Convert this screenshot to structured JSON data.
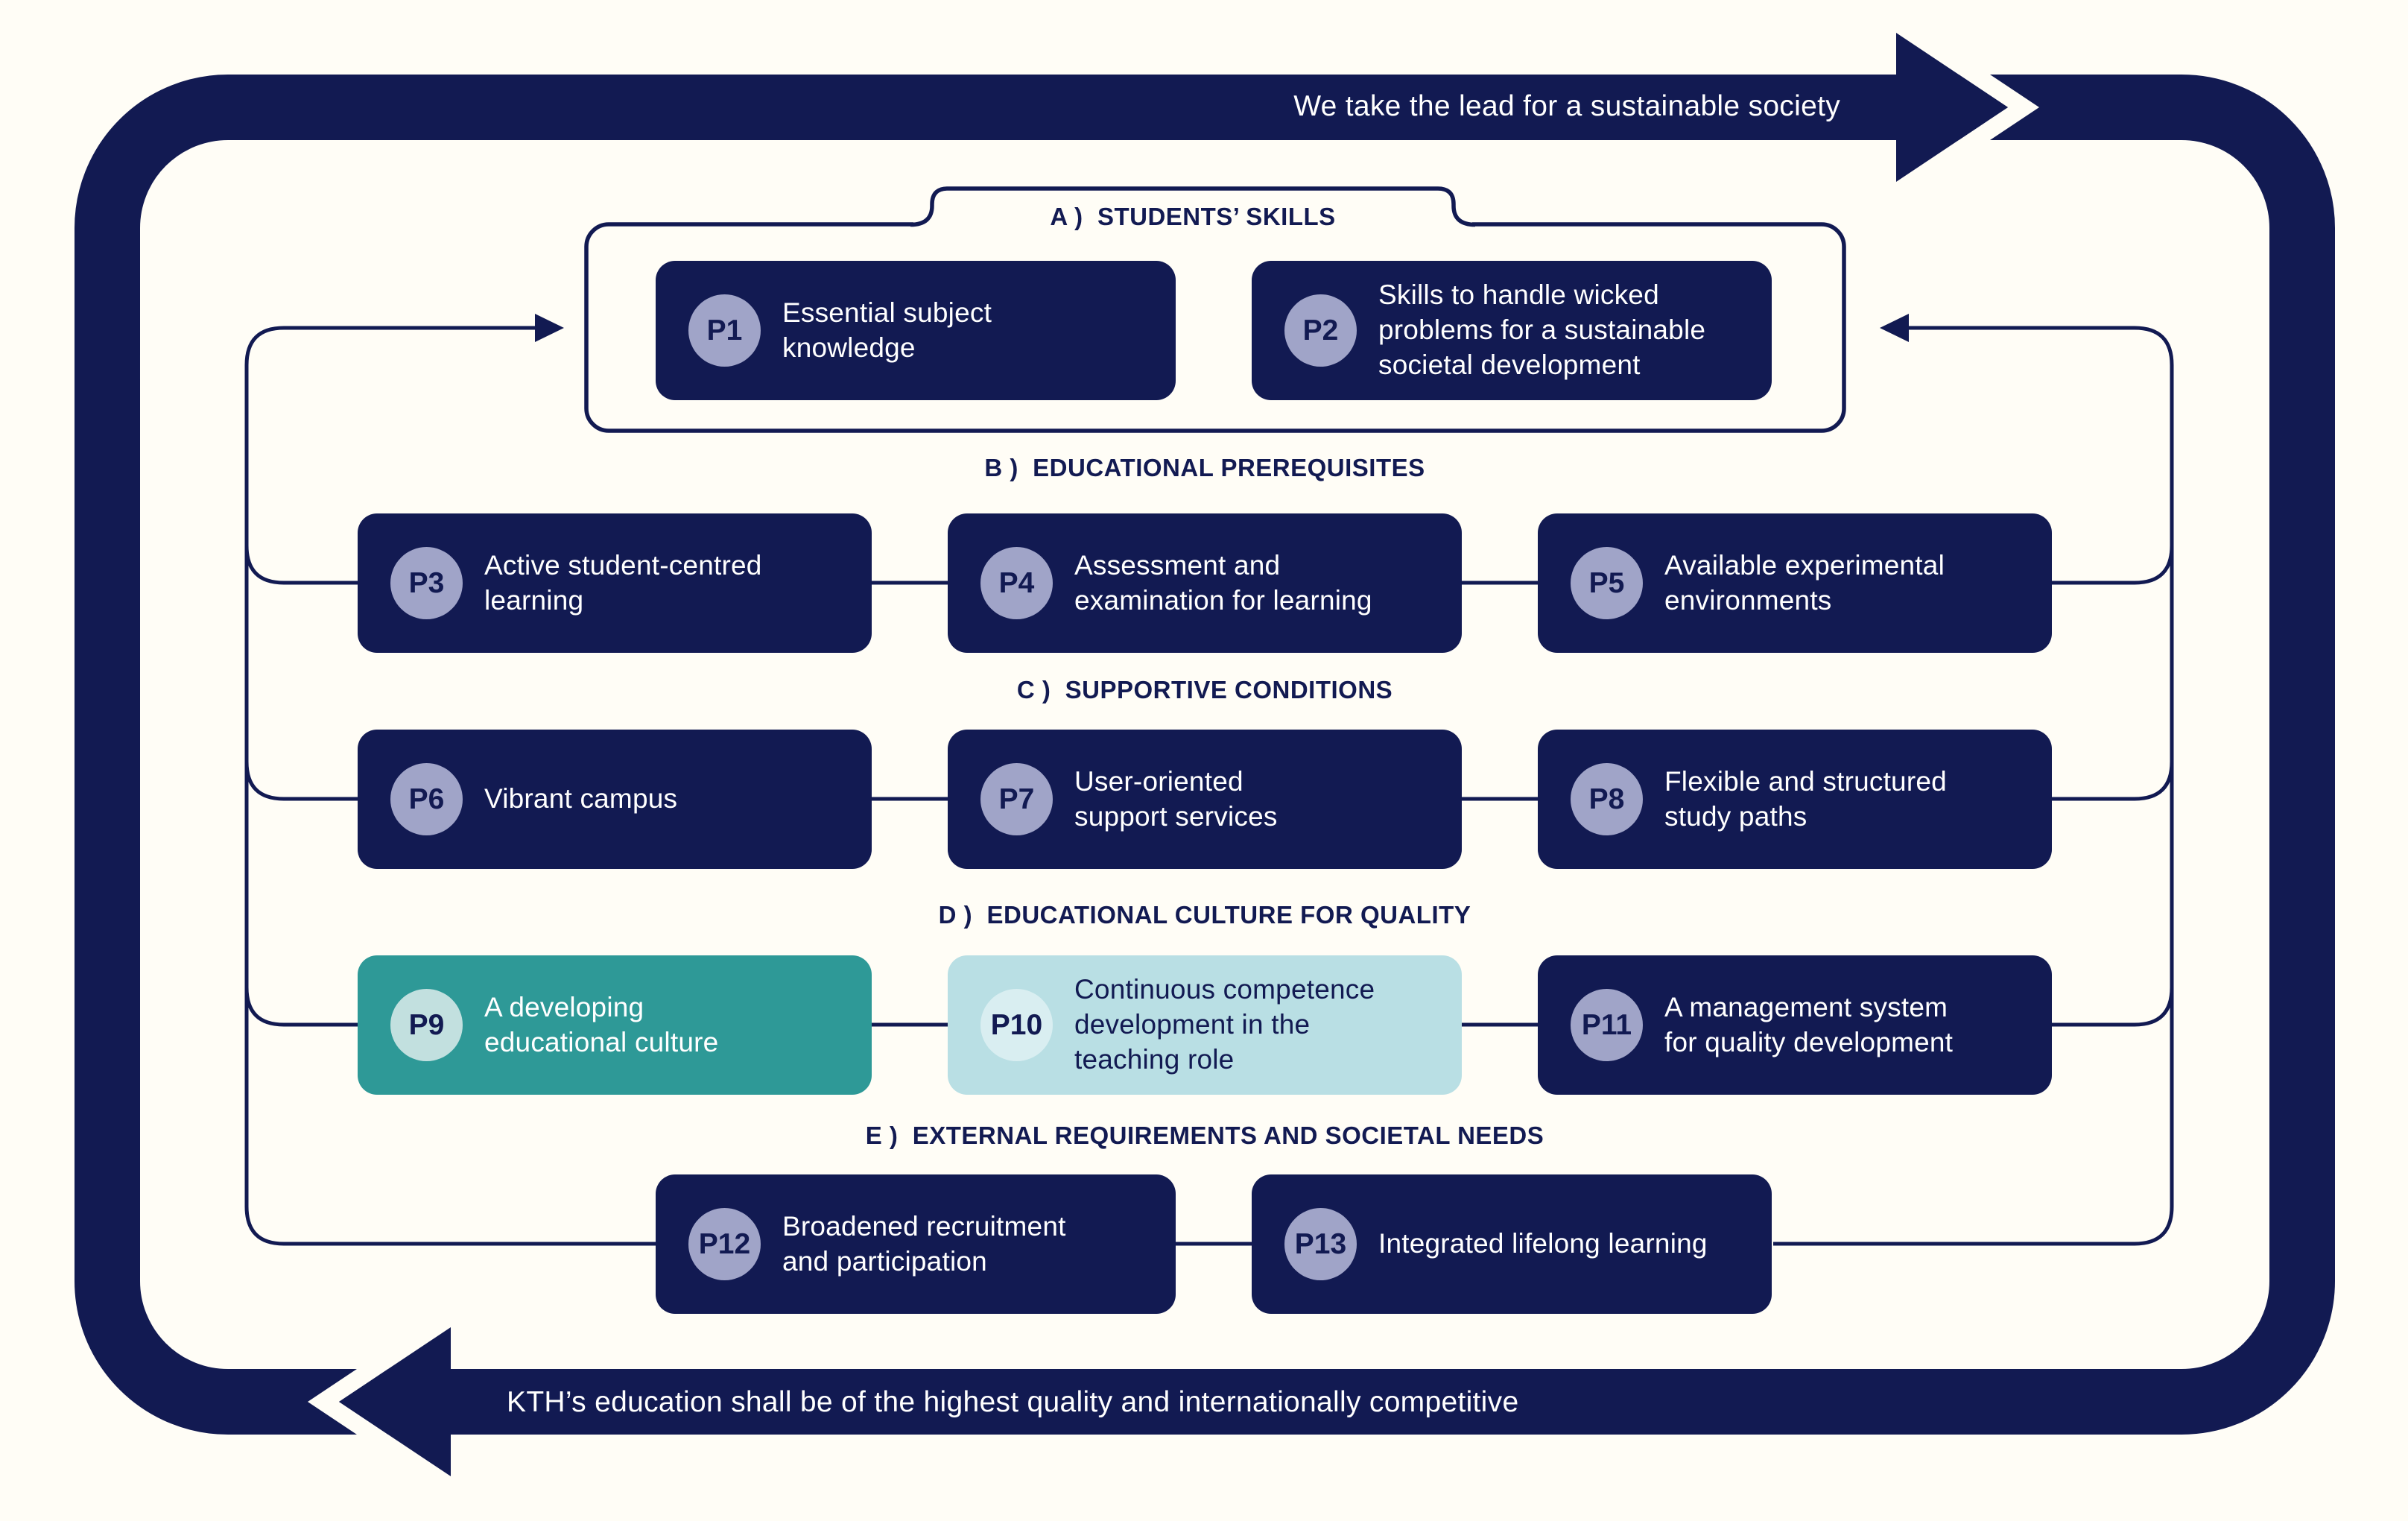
{
  "banners": {
    "top": "We take the lead for a sustainable society",
    "bottom": "KTH’s education shall be of the highest quality and internationally competitive"
  },
  "sections": {
    "A": {
      "label": "A )  STUDENTS’ SKILLS"
    },
    "B": {
      "label": "B )  EDUCATIONAL PREREQUISITES"
    },
    "C": {
      "label": "C )  SUPPORTIVE CONDITIONS"
    },
    "D": {
      "label": "D )  EDUCATIONAL CULTURE FOR QUALITY"
    },
    "E": {
      "label": "E )  EXTERNAL REQUIREMENTS AND SOCIETAL NEEDS"
    }
  },
  "boxes": {
    "P1": {
      "id": "P1",
      "label": "Essential subject\nknowledge"
    },
    "P2": {
      "id": "P2",
      "label": "Skills to handle wicked\nproblems for a sustainable\nsocietal development"
    },
    "P3": {
      "id": "P3",
      "label": "Active student-centred\nlearning"
    },
    "P4": {
      "id": "P4",
      "label": "Assessment and\nexamination for learning"
    },
    "P5": {
      "id": "P5",
      "label": "Available experimental\nenvironments"
    },
    "P6": {
      "id": "P6",
      "label": "Vibrant campus"
    },
    "P7": {
      "id": "P7",
      "label": "User-oriented\nsupport services"
    },
    "P8": {
      "id": "P8",
      "label": "Flexible and structured\nstudy paths"
    },
    "P9": {
      "id": "P9",
      "label": "A developing\neducational culture"
    },
    "P10": {
      "id": "P10",
      "label": "Continuous competence\ndevelopment in the\nteaching role"
    },
    "P11": {
      "id": "P11",
      "label": "A management system\nfor quality development"
    },
    "P12": {
      "id": "P12",
      "label": "Broadened recruitment\nand participation"
    },
    "P13": {
      "id": "P13",
      "label": "Integrated lifelong learning"
    }
  },
  "colors": {
    "navy": "#121a52",
    "background": "#fffdf6",
    "badge_lavender": "#a0a4c8",
    "teal": "#2e9997",
    "teal_badge": "#c2e0df",
    "light_blue": "#b9dfe4",
    "light_blue_badge": "#d9eef1",
    "text_on_dark": "#ffffff"
  }
}
